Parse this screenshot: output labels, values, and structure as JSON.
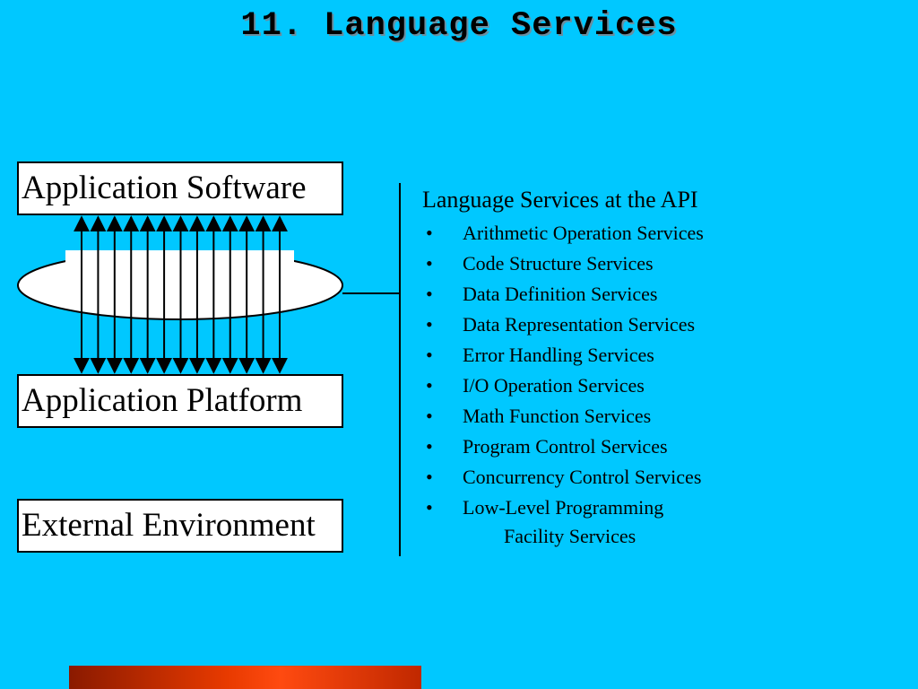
{
  "slide": {
    "title": "11. Language Services",
    "boxes": {
      "application_software": "Application Software",
      "application_platform": "Application Platform",
      "external_environment": "External Environment"
    },
    "api": {
      "heading": "Language Services at the API",
      "bullet_symbol": "•",
      "items": [
        "Arithmetic Operation Services",
        "Code Structure Services",
        "Data Definition Services",
        "Data Representation Services",
        "Error Handling Services",
        "I/O Operation Services",
        "Math Function Services",
        "Program Control Services",
        "Concurrency Control Services",
        "Low-Level Programming"
      ],
      "last_item_continuation": "Facility Services"
    }
  },
  "colors": {
    "background": "#00c8ff",
    "box_fill": "#ffffff",
    "line": "#000000",
    "bottom_bar": "#e83a00"
  },
  "diagram": {
    "arrow_count": 13
  }
}
